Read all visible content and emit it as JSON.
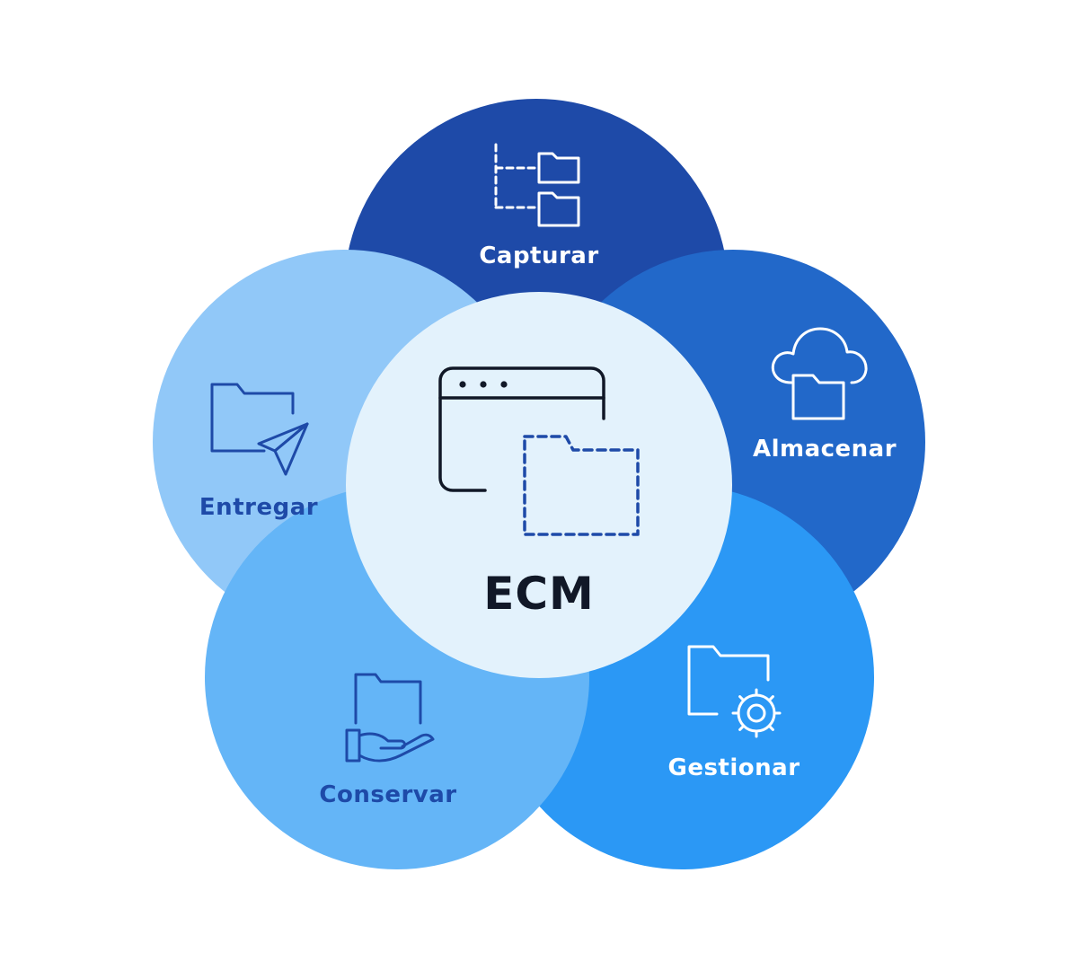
{
  "diagram": {
    "center": {
      "label": "ECM",
      "icon": "browser-window-folder-icon"
    },
    "petals": [
      {
        "key": "capturar",
        "label": "Capturar",
        "icon": "folder-tree-icon",
        "color": "#1e4aa8"
      },
      {
        "key": "almacenar",
        "label": "Almacenar",
        "icon": "cloud-folder-icon",
        "color": "#2268c9"
      },
      {
        "key": "gestionar",
        "label": "Gestionar",
        "icon": "folder-gear-icon",
        "color": "#2b98f5"
      },
      {
        "key": "conservar",
        "label": "Conservar",
        "icon": "hand-folder-icon",
        "color": "#64b5f7"
      },
      {
        "key": "entregar",
        "label": "Entregar",
        "icon": "folder-send-icon",
        "color": "#91c8f8"
      }
    ],
    "center_color": "#e3f2fc",
    "dark_text_color": "#1e4aa8"
  }
}
